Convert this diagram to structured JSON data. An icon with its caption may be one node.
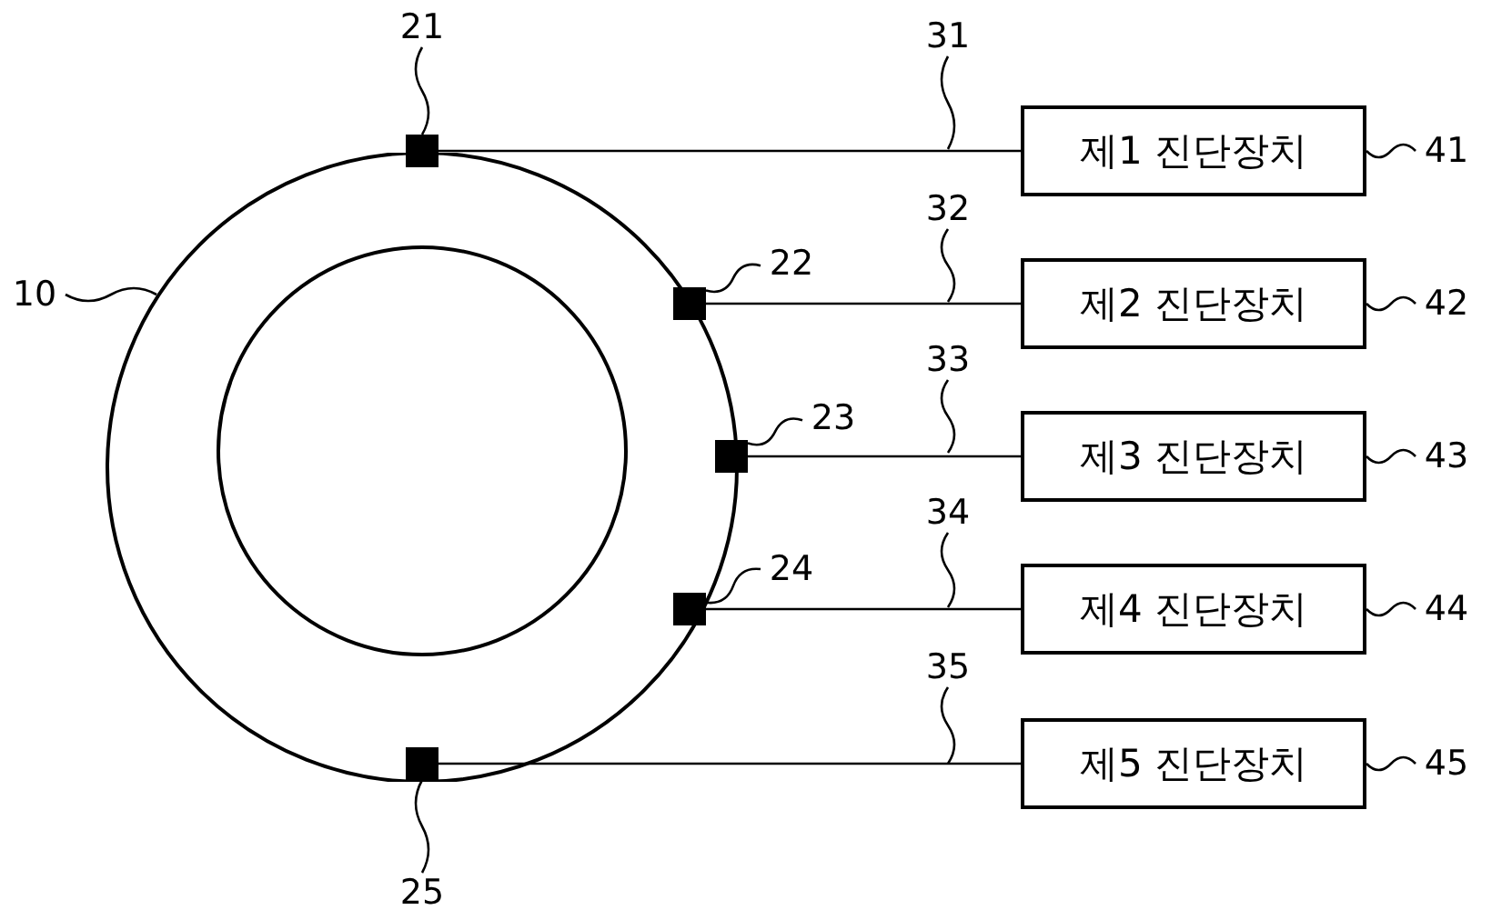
{
  "diagram": {
    "nodes": [
      {
        "text": [],
        "shape": "circle"
      },
      {
        "text": [],
        "shape": "box",
        "in": 0
      },
      {
        "text": [],
        "shape": "box",
        "in": 0
      },
      {
        "text": [],
        "shape": "box",
        "in": 0
      },
      {
        "text": [],
        "shape": "box",
        "in": 0
      },
      {
        "text": [],
        "shape": "box",
        "in": 0
      },
      {
        "text": [
          "제1 진단장치"
        ]
      },
      {
        "text": [
          "제2 진단장치"
        ]
      },
      {
        "text": [
          "제3 진단장치"
        ]
      },
      {
        "text": [
          "제4 진단장치"
        ]
      },
      {
        "text": [
          "제5 진단장치"
        ]
      },
      {
        "text": [
          "10"
        ]
      },
      {
        "text": [
          "21"
        ]
      },
      {
        "text": [
          "22"
        ]
      },
      {
        "text": [
          "23"
        ]
      },
      {
        "text": [
          "24"
        ]
      },
      {
        "text": [
          "25"
        ]
      },
      {
        "text": [
          "31"
        ]
      },
      {
        "text": [
          "32"
        ]
      },
      {
        "text": [
          "33"
        ]
      },
      {
        "text": [
          "34"
        ]
      },
      {
        "text": [
          "35"
        ]
      },
      {
        "text": [
          "41"
        ]
      },
      {
        "text": [
          "42"
        ]
      },
      {
        "text": [
          "43"
        ]
      },
      {
        "text": [
          "44"
        ]
      },
      {
        "text": [
          "45"
        ]
      }
    ],
    "edges": [
      {
        "from": 1,
        "to": 6,
        "arrow": "none"
      },
      {
        "from": 2,
        "to": 7,
        "arrow": "none"
      },
      {
        "from": 3,
        "to": 8,
        "arrow": "none"
      },
      {
        "from": 4,
        "to": 9,
        "arrow": "none"
      },
      {
        "from": 5,
        "to": 10,
        "arrow": "none"
      },
      {
        "from": 11,
        "to": 0,
        "arrow": "none"
      },
      {
        "from": 12,
        "to": 1,
        "arrow": "none"
      },
      {
        "from": 13,
        "to": 2,
        "arrow": "none"
      },
      {
        "from": 14,
        "to": 3,
        "arrow": "none"
      },
      {
        "from": 15,
        "to": 4,
        "arrow": "none"
      },
      {
        "from": 16,
        "to": 5,
        "arrow": "none"
      },
      {
        "from": 17,
        "to": null,
        "arrow": "none"
      },
      {
        "from": 18,
        "to": null,
        "arrow": "none"
      },
      {
        "from": 19,
        "to": null,
        "arrow": "none"
      },
      {
        "from": 20,
        "to": null,
        "arrow": "none"
      },
      {
        "from": 21,
        "to": null,
        "arrow": "none"
      },
      {
        "from": 22,
        "to": 6,
        "arrow": "none"
      },
      {
        "from": 23,
        "to": 7,
        "arrow": "none"
      },
      {
        "from": 24,
        "to": 8,
        "arrow": "none"
      },
      {
        "from": 25,
        "to": 9,
        "arrow": "none"
      },
      {
        "from": 26,
        "to": 10,
        "arrow": "none"
      }
    ]
  }
}
